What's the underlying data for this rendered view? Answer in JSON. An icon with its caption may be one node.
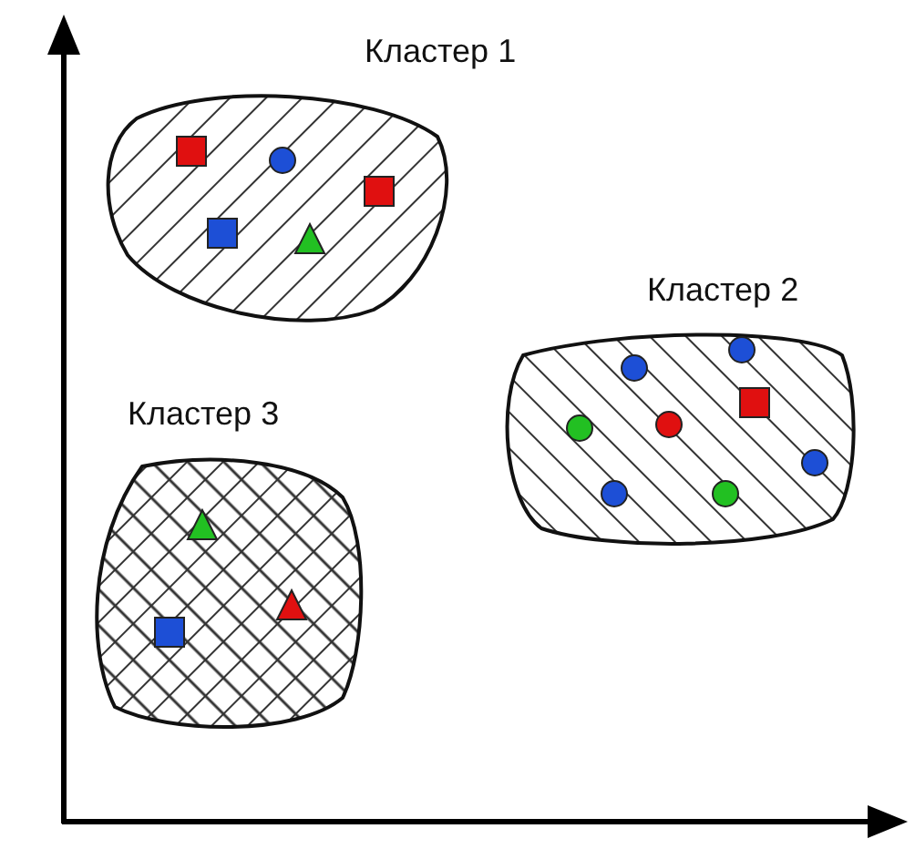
{
  "diagram": {
    "nodes": [
      {
        "text": [
          "Кластер 1"
        ]
      },
      {
        "text": [
          "Кластер 2"
        ]
      },
      {
        "text": [
          "Кластер 3"
        ]
      }
    ]
  }
}
